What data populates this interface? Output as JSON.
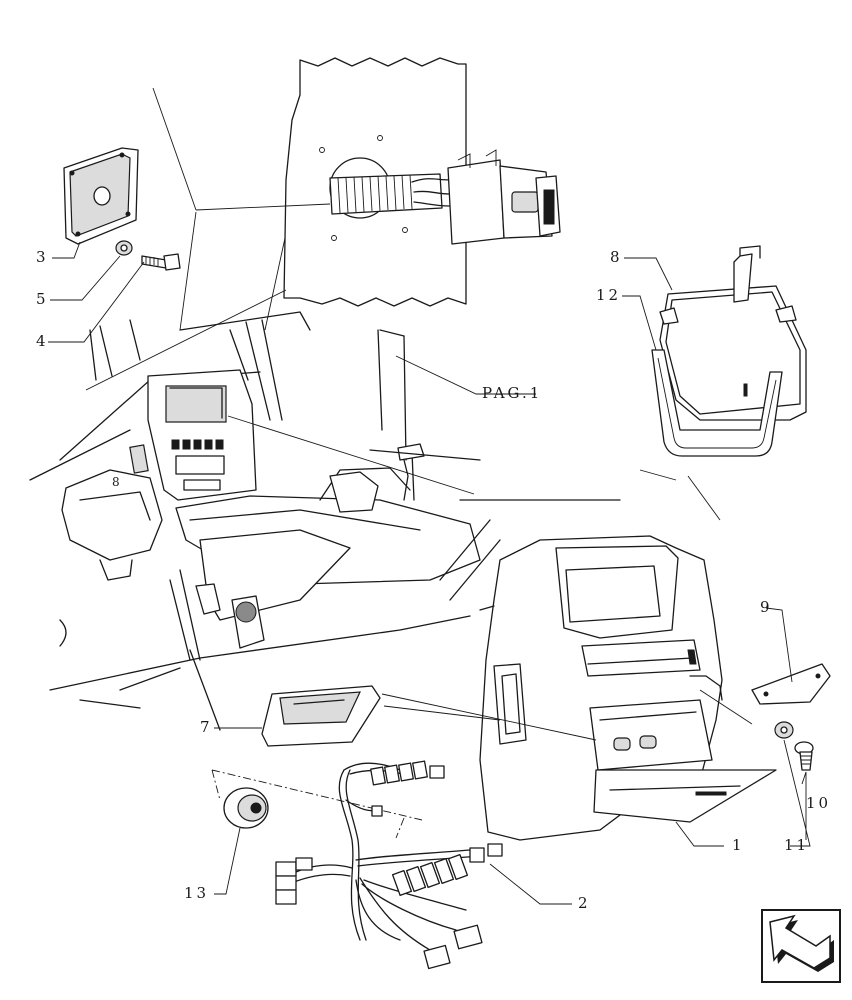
{
  "callouts": {
    "c1": "1",
    "c2": "2",
    "c3": "3",
    "c4": "4",
    "c5": "5",
    "c7": "7",
    "c8": "8",
    "c9": "9",
    "c10": "10",
    "c11": "11",
    "c12": "12",
    "c13": "13",
    "pag": "PAG.1"
  },
  "nav": {
    "icon": "return-arrow-icon"
  },
  "colors": {
    "line": "#1a1a1a",
    "background": "#ffffff"
  }
}
